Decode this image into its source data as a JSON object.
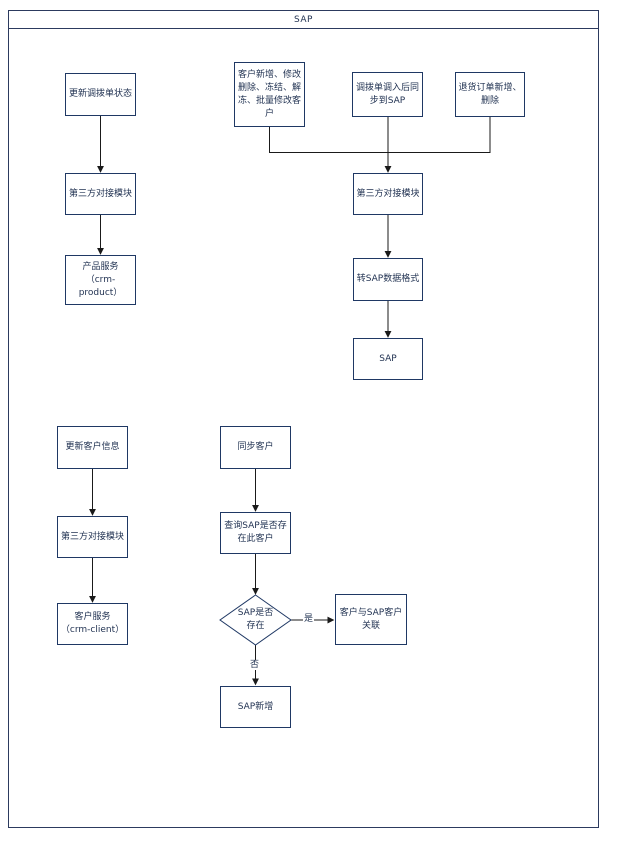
{
  "lane": {
    "title": "SAP"
  },
  "nodes": {
    "update_transfer_order_status": "更新调拨单状态",
    "third_party_module_top": "第三方对接模块",
    "product_service": "产品服务\n（crm-\nproduct）",
    "customer_ops": "客户新增、修改\n删除、冻结、解\n冻、批量修改客\n户",
    "transfer_order_sync": "调拨单调入后同\n步到SAP",
    "return_order_ops": "退货订单新增、\n删除",
    "third_party_module_mid": "第三方对接模块",
    "convert_sap_format": "转SAP数据格式",
    "sap_system": "SAP",
    "update_customer_info": "更新客户信息",
    "third_party_module_bottom": "第三方对接模块",
    "client_service": "客户服务\n（crm-client）",
    "sync_customer": "同步客户",
    "query_sap_customer": "查询SAP是否存\n在此客户",
    "sap_exists_decision": "SAP是否\n存在",
    "link_customer_sap": "客户与SAP客户\n关联",
    "sap_create": "SAP新增"
  },
  "edge_labels": {
    "yes": "是",
    "no": "否"
  },
  "colors": {
    "frame_border": "#2c3a5e",
    "box_border": "#1f3864",
    "connector": "#1a1a1a",
    "text": "#1f3050",
    "page_bg": "#ffffff"
  }
}
